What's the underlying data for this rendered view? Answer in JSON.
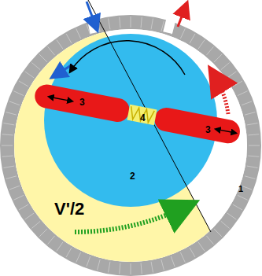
{
  "diagram": {
    "labels": [
      "3",
      "4",
      "3",
      "2",
      "V'/2",
      "1"
    ]
  }
}
